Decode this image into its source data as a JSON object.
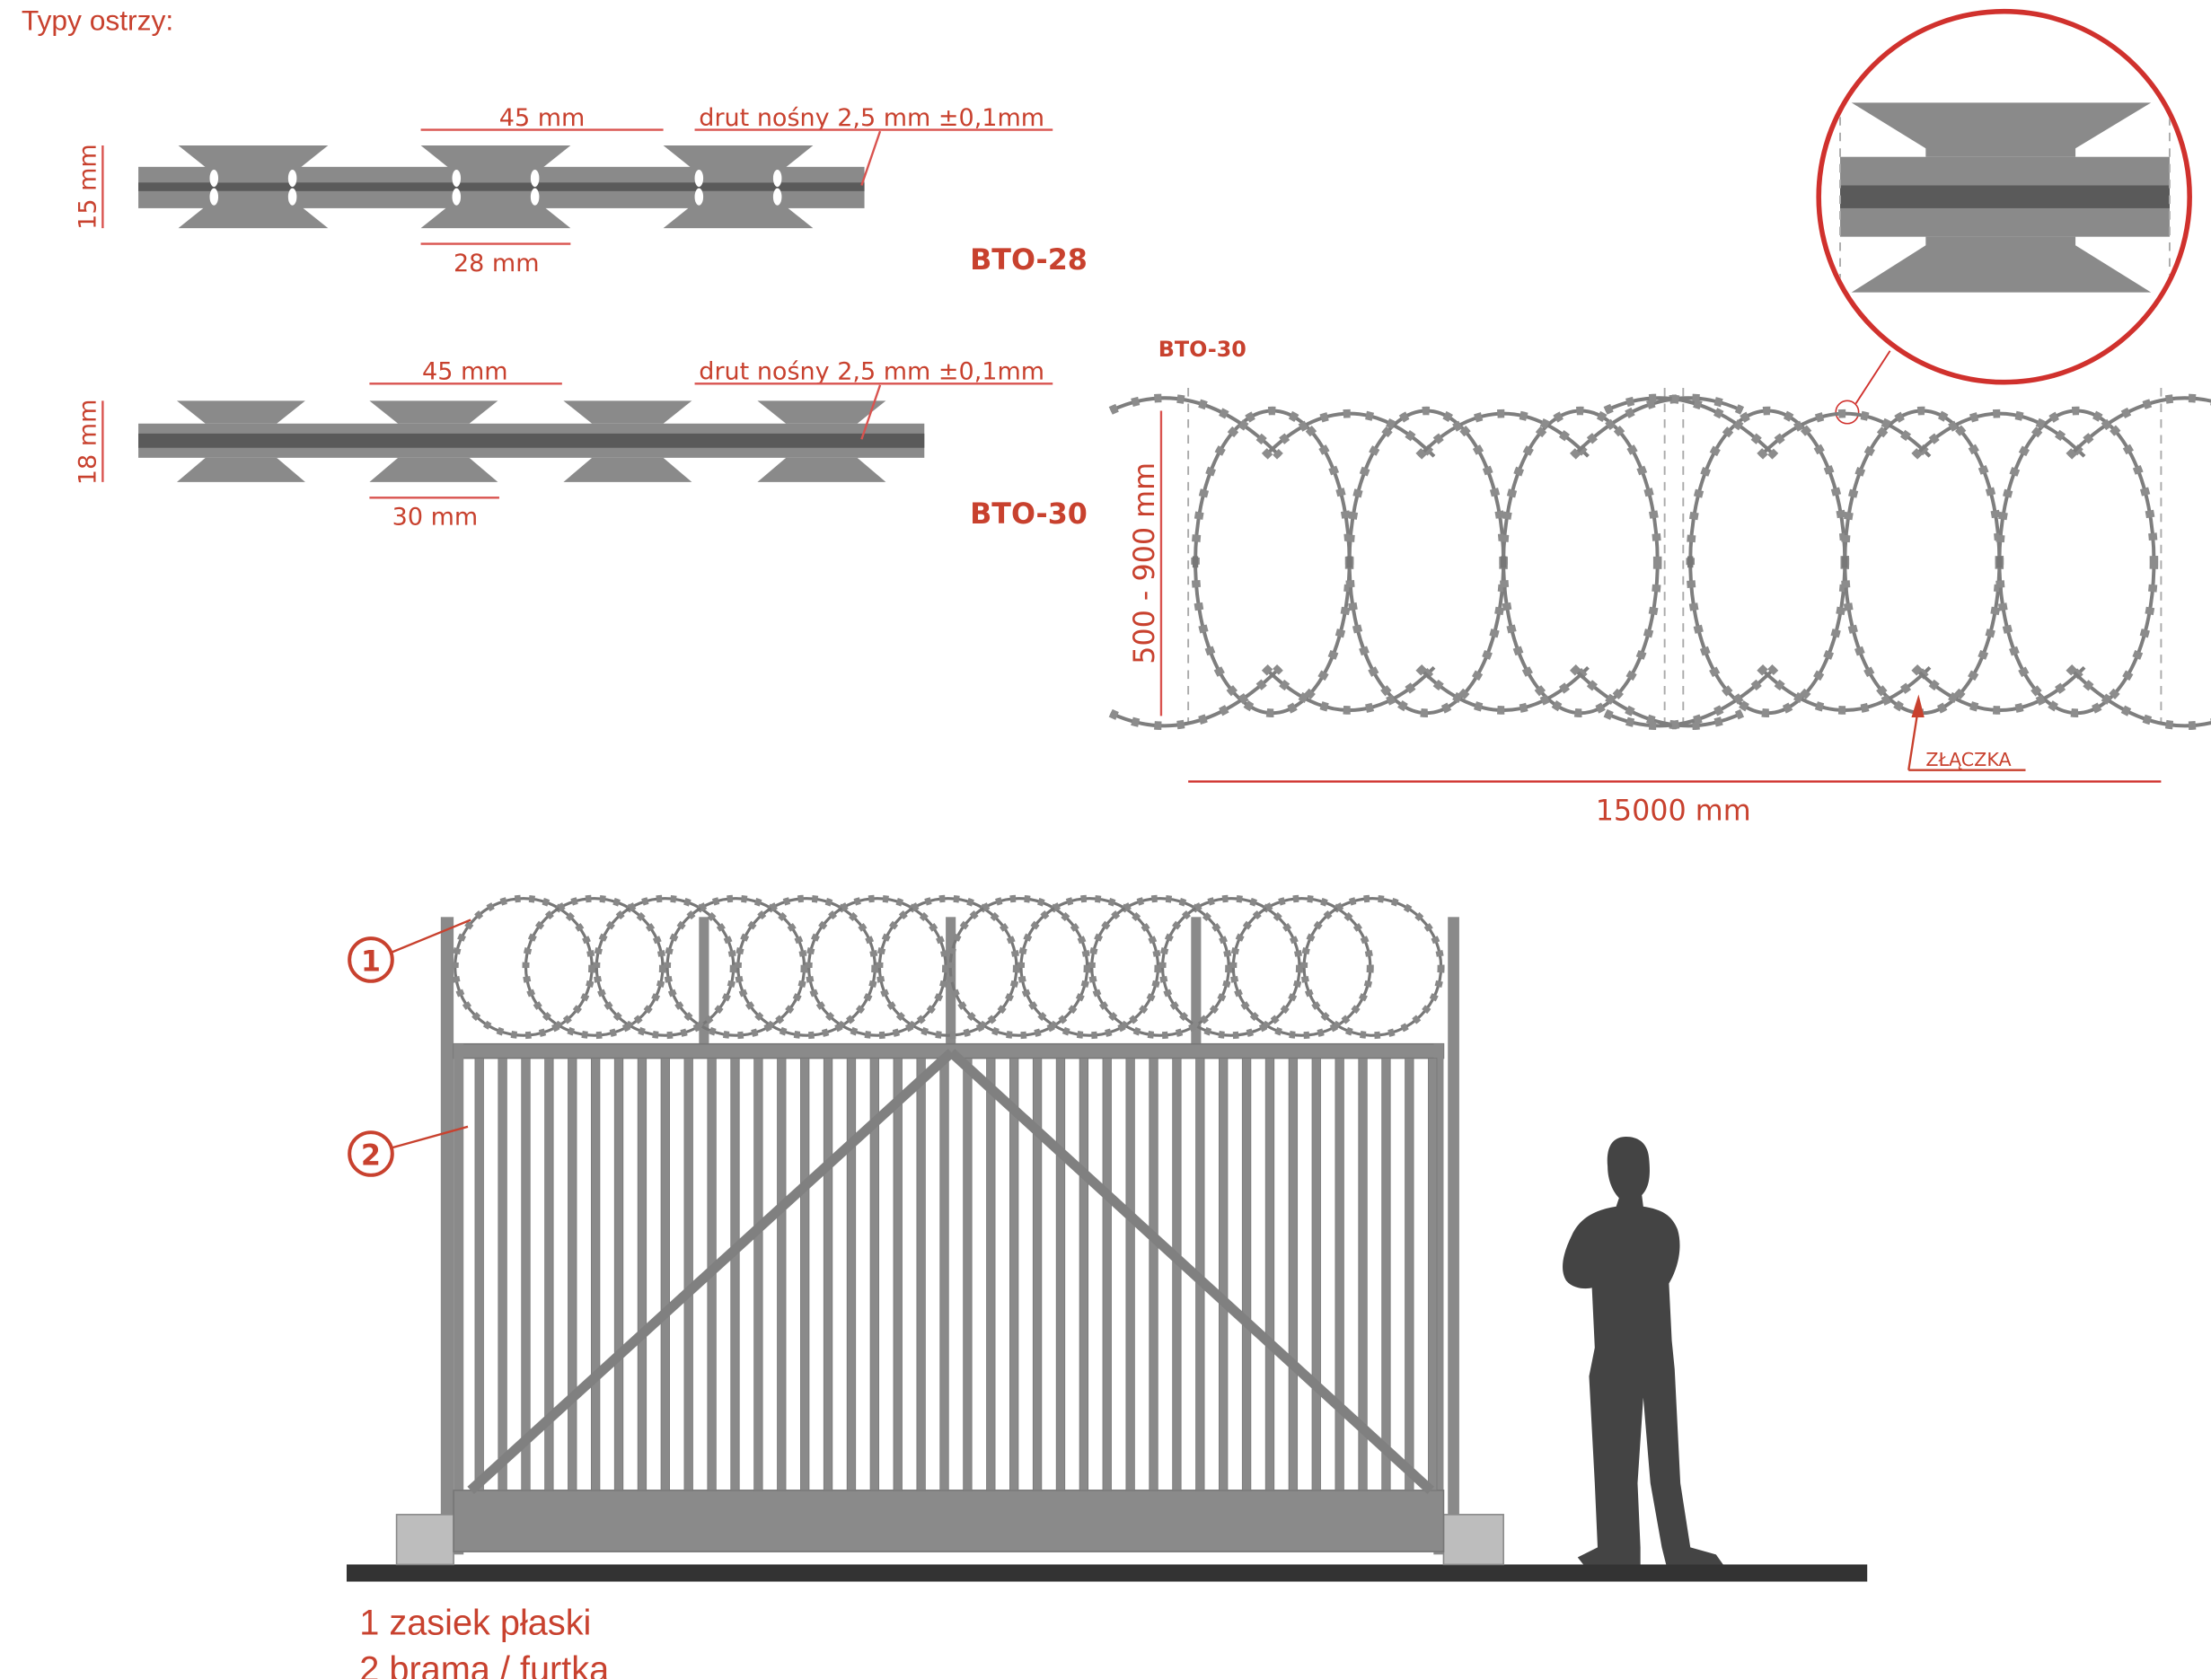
{
  "heading": "Typy ostrzy:",
  "bto28": {
    "label": "BTO-28",
    "pitch": "45 mm",
    "blade_width": "28 mm",
    "height": "15 mm",
    "wire_note": "drut nośny 2,5 mm ±0,1mm"
  },
  "bto30": {
    "label": "BTO-30",
    "pitch": "45 mm",
    "blade_width": "30 mm",
    "height": "18 mm",
    "wire_note": "drut nośny 2,5 mm ±0,1mm"
  },
  "coil": {
    "label": "BTO-30",
    "height_range": "500 - 900 mm",
    "length": "15000 mm",
    "connector_label": "ZŁĄCZKA"
  },
  "fence": {
    "markers": [
      "1",
      "2"
    ],
    "legend": [
      "1 zasiek płaski",
      "2 brama / furtka"
    ]
  },
  "colors": {
    "accent": "#c8412e",
    "steel": "#8a8a8a",
    "ground": "#333333"
  }
}
